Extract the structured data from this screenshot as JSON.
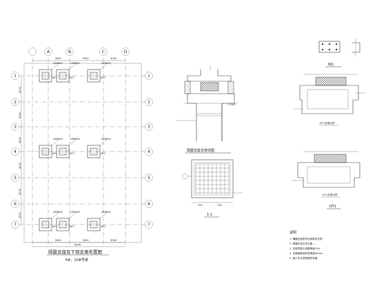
{
  "plan": {
    "col_axes": [
      "A",
      "B",
      "C",
      "D"
    ],
    "row_axes": [
      "1",
      "2",
      "3",
      "4",
      "5",
      "6",
      "7"
    ],
    "bearings": [
      "LRB800",
      "LRB800",
      "LRB800",
      "LRB800",
      "LRB800",
      "LRB800",
      "LRB800",
      "LRB800",
      "LRB800"
    ],
    "dim_top": [
      "3000",
      "3000",
      "3000"
    ],
    "dim_bottom": [
      "3000",
      "3000",
      "3000"
    ],
    "dim_total": "9000",
    "dim_left": [
      "4200",
      "4200",
      "4200",
      "4200",
      "4200",
      "4200"
    ],
    "title": "隔震支座及下部支墩布置图",
    "subtitle": "6#、10#号楼"
  },
  "detail_top": {
    "title": "隔震支座支墩详图",
    "elev": "-1.900"
  },
  "section": {
    "title": "1-1",
    "dims": [
      "700",
      "700"
    ]
  },
  "nj1": {
    "title": "NJ1"
  },
  "nt1_a": {
    "title": "NT1支墩大样"
  },
  "nt1_b": {
    "title": "NT1支墩大样"
  },
  "nt1": {
    "title": "NT1"
  },
  "notes": {
    "title": "说明",
    "lines": [
      "1. 隔震支座型号及参数详见表",
      "2. 预埋件定位详见图  ----",
      "3. 支墩混凝土强度等级C40",
      "4. 支墩钢筋保护层厚度40mm",
      "5. 施工时注意预埋件标高"
    ]
  }
}
